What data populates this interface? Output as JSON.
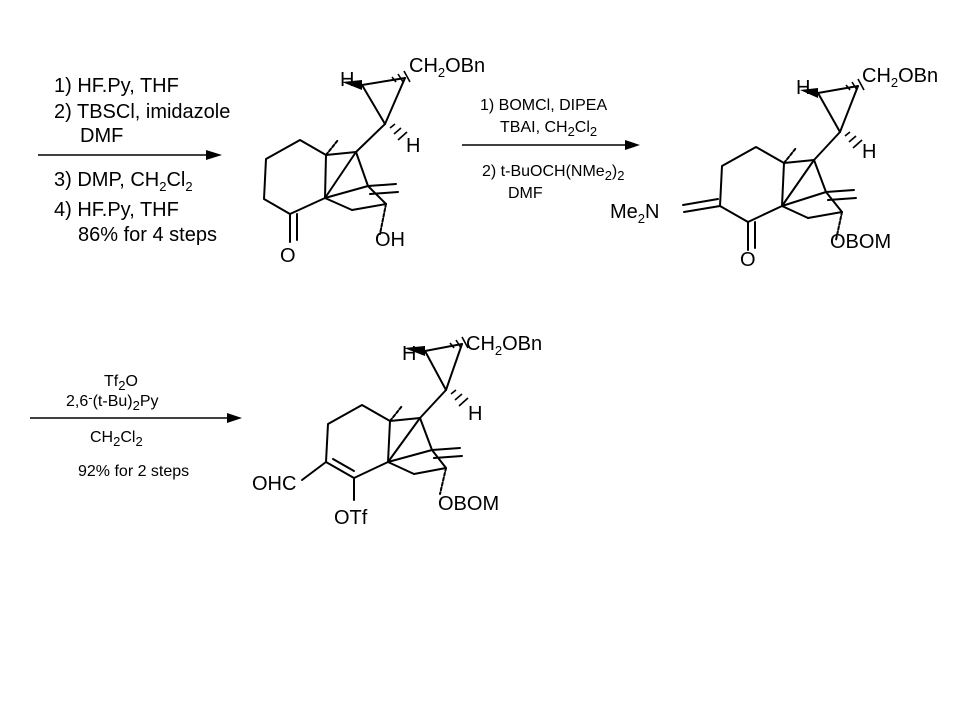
{
  "step1": {
    "line1": "1) HF.Py, THF",
    "line2": "2) TBSCl, imidazole",
    "line3": "DMF",
    "line4_pre": "3) DMP, CH",
    "line4_sub1": "2",
    "line4_mid": "Cl",
    "line4_sub2": "2",
    "line5": "4) HF.Py, THF",
    "yield": "86% for 4 steps"
  },
  "step2": {
    "line1": "1) BOMCl, DIPEA",
    "line2_pre": "TBAI, CH",
    "line2_sub1": "2",
    "line2_mid": "Cl",
    "line2_sub2": "2",
    "line3_pre": "2) t-BuOCH(NMe",
    "line3_sub1": "2",
    "line3_mid": ")",
    "line3_sub2": "2",
    "line4": "DMF"
  },
  "step3": {
    "line1_pre": "Tf",
    "line1_sub": "2",
    "line1_post": "O",
    "line2_pre": "2,6",
    "line2_sup": "-",
    "line2_mid": "(t-Bu)",
    "line2_sub": "2",
    "line2_post": "Py",
    "line3_pre": "CH",
    "line3_sub1": "2",
    "line3_mid": "Cl",
    "line3_sub2": "2",
    "yield": "92% for 2 steps"
  },
  "mol1": {
    "h_top": "H",
    "side_pre": "CH",
    "side_sub": "2",
    "side_post": "OBn",
    "h_ring": "H",
    "ketone_o": "O",
    "hydroxyl": "OH"
  },
  "mol2": {
    "h_top": "H",
    "side_pre": "CH",
    "side_sub": "2",
    "side_post": "OBn",
    "h_ring": "H",
    "amine_pre": "Me",
    "amine_sub": "2",
    "amine_post": "N",
    "ketone_o": "O",
    "ether": "OBOM"
  },
  "mol3": {
    "h_top": "H",
    "side_pre": "CH",
    "side_sub": "2",
    "side_post": "OBn",
    "h_ring": "H",
    "aldehyde": "OHC",
    "triflate": "OTf",
    "ether": "OBOM"
  }
}
